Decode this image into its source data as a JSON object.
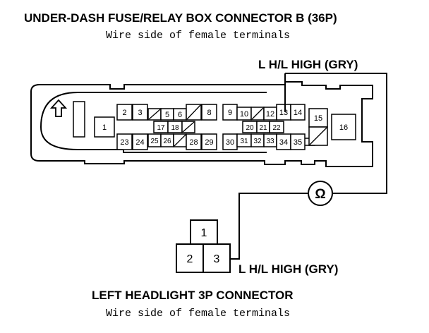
{
  "top_title": "UNDER-DASH FUSE/RELAY BOX CONNECTOR B (36P)",
  "top_subtitle": "Wire side of female terminals",
  "wire_label_top": "L H/L HIGH (GRY)",
  "wire_label_bottom": "L H/L HIGH (GRY)",
  "ohm_symbol": "Ω",
  "bottom_title": "LEFT HEADLIGHT 3P CONNECTOR",
  "bottom_subtitle": "Wire side of female terminals",
  "fuse_box_pins": {
    "p1": "1",
    "p2": "2",
    "p3": "3",
    "p5": "5",
    "p6": "6",
    "p8": "8",
    "p9": "9",
    "p10": "10",
    "p12": "12",
    "p13": "13",
    "p14": "14",
    "p15": "15",
    "p16": "16",
    "p17": "17",
    "p18": "18",
    "p20": "20",
    "p21": "21",
    "p22": "22",
    "p23": "23",
    "p24": "24",
    "p25": "25",
    "p26": "26",
    "p28": "28",
    "p29": "29",
    "p30": "30",
    "p31": "31",
    "p32": "32",
    "p33": "33",
    "p34": "34",
    "p35": "35"
  },
  "headlight_pins": {
    "p1": "1",
    "p2": "2",
    "p3": "3"
  }
}
